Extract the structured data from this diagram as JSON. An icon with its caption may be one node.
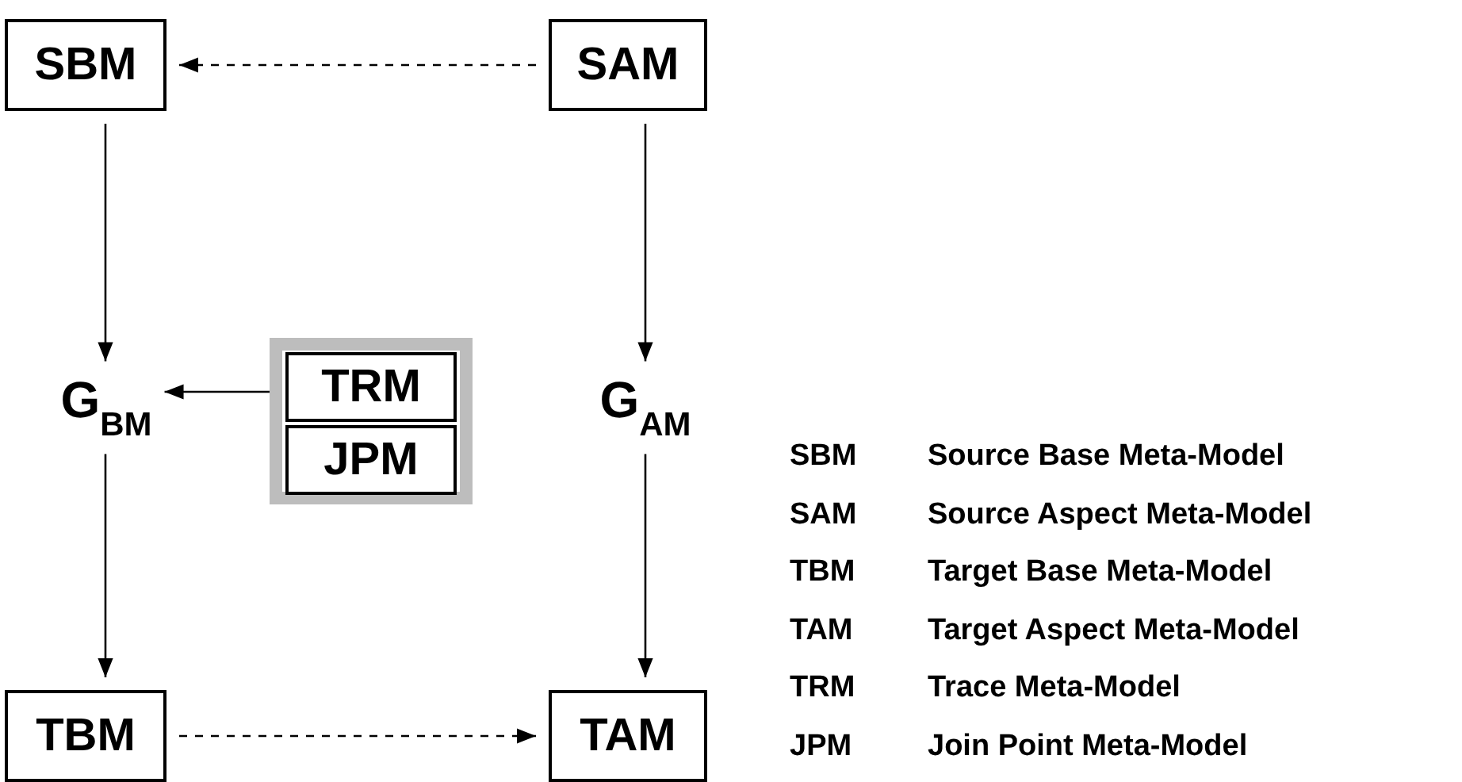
{
  "diagram": {
    "nodes": [
      {
        "text": [
          "SBM"
        ]
      },
      {
        "text": [
          "SAM"
        ]
      },
      {
        "text": [
          "G$_{BM}$"
        ]
      },
      {
        "text": [],
        "shape": "box"
      },
      {
        "text": [
          "TRM"
        ],
        "in": 3
      },
      {
        "text": [
          "JPM"
        ],
        "in": 3
      },
      {
        "text": [
          "G$_{AM}$"
        ]
      },
      {
        "text": [
          "TBM"
        ]
      },
      {
        "text": [
          "TAM"
        ]
      }
    ],
    "edges": [
      {
        "from": 1,
        "to": 0,
        "arrow": "to",
        "style": "dashed"
      },
      {
        "from": 0,
        "to": 2,
        "arrow": "to"
      },
      {
        "from": 1,
        "to": 6,
        "arrow": "to"
      },
      {
        "from": 4,
        "to": 2,
        "arrow": "to"
      },
      {
        "from": 2,
        "to": 7,
        "arrow": "to"
      },
      {
        "from": 6,
        "to": 8,
        "arrow": "to"
      },
      {
        "from": 7,
        "to": 8,
        "arrow": "to",
        "style": "dashed"
      }
    ],
    "labels": [
      "SBM",
      "Source Base Meta-Model",
      "SAM",
      "Source Aspect Meta-Model",
      "TBM",
      "Target Base Meta-Model",
      "TAM",
      "Target Aspect Meta-Model",
      "TRM",
      "Trace Meta-Model",
      "JPM",
      "Join Point Meta-Model"
    ]
  }
}
